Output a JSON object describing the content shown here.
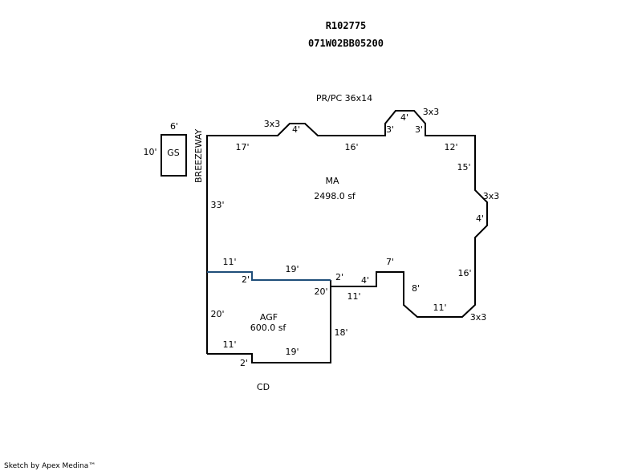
{
  "header": {
    "record_id": "R102775",
    "parcel_id": "071W02BB05200"
  },
  "footer": {
    "credit": "Sketch by Apex Medina™"
  },
  "areas": {
    "ma": {
      "name": "MA",
      "size": "2498.0 sf"
    },
    "agf": {
      "name": "AGF",
      "size": "600.0 sf"
    },
    "gs": {
      "name": "GS"
    },
    "cd": {
      "name": "CD"
    },
    "breezeway": {
      "name": "BREEZEWAY"
    },
    "prpc": {
      "name": "PR/PC 36x14"
    }
  },
  "dimensions": {
    "gs_width": "6'",
    "gs_height": "10'",
    "top_left_bump": "3x3",
    "top_left_bump_width": "4'",
    "ma_top_17": "17'",
    "ma_top_16": "16'",
    "top_right_bump": "3x3",
    "top_right_bump_width": "4'",
    "top_right_bump_left_side": "3'",
    "top_right_bump_right_side": "3'",
    "ma_top_12": "12'",
    "ma_right_15": "15'",
    "right_bump": "3x3",
    "right_bump_height": "4'",
    "ma_left_33": "33'",
    "ma_right_16": "16'",
    "bottom_right_corner": "3x3",
    "ma_bottom_11": "11'",
    "notch_7": "7'",
    "notch_8": "8'",
    "notch_4": "4'",
    "notch_2": "2'",
    "notch_11": "11'",
    "div_11": "11'",
    "div_2": "2'",
    "div_19": "19'",
    "agf_right_20": "20'",
    "agf_left_20": "20'",
    "agf_right_18": "18'",
    "agf_bottom_11": "11'",
    "agf_bottom_2": "2'",
    "agf_bottom_19": "19'"
  },
  "colors": {
    "outline": "#000000",
    "divider": "#1f4e79"
  }
}
